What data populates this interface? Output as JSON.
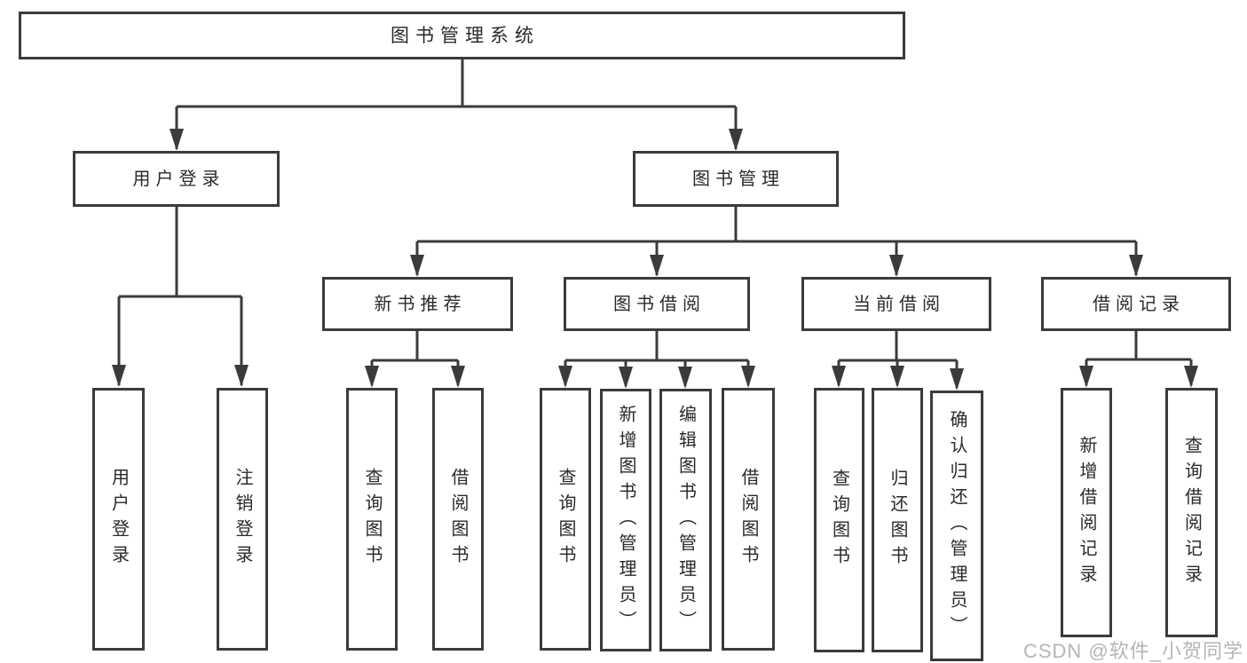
{
  "diagram": {
    "accent_color": "#3b3b3b",
    "background_color": "#ffffff",
    "root": {
      "label": "图书管理系统"
    },
    "level2": [
      {
        "label": "用户登录"
      },
      {
        "label": "图书管理"
      }
    ],
    "level3": [
      {
        "label": "新书推荐"
      },
      {
        "label": "图书借阅"
      },
      {
        "label": "当前借阅"
      },
      {
        "label": "借阅记录"
      }
    ],
    "leaves": [
      {
        "label": "用户登录"
      },
      {
        "label": "注销登录"
      },
      {
        "label": "查询图书"
      },
      {
        "label": "借阅图书"
      },
      {
        "label": "查询图书"
      },
      {
        "label": "新增图书（管理员）"
      },
      {
        "label": "编辑图书（管理员）"
      },
      {
        "label": "借阅图书"
      },
      {
        "label": "查询图书"
      },
      {
        "label": "归还图书"
      },
      {
        "label": "确认归还（管理员）"
      },
      {
        "label": "新增借阅记录"
      },
      {
        "label": "查询借阅记录"
      }
    ]
  },
  "watermark": {
    "text": "CSDN @软件_小贺同学"
  }
}
